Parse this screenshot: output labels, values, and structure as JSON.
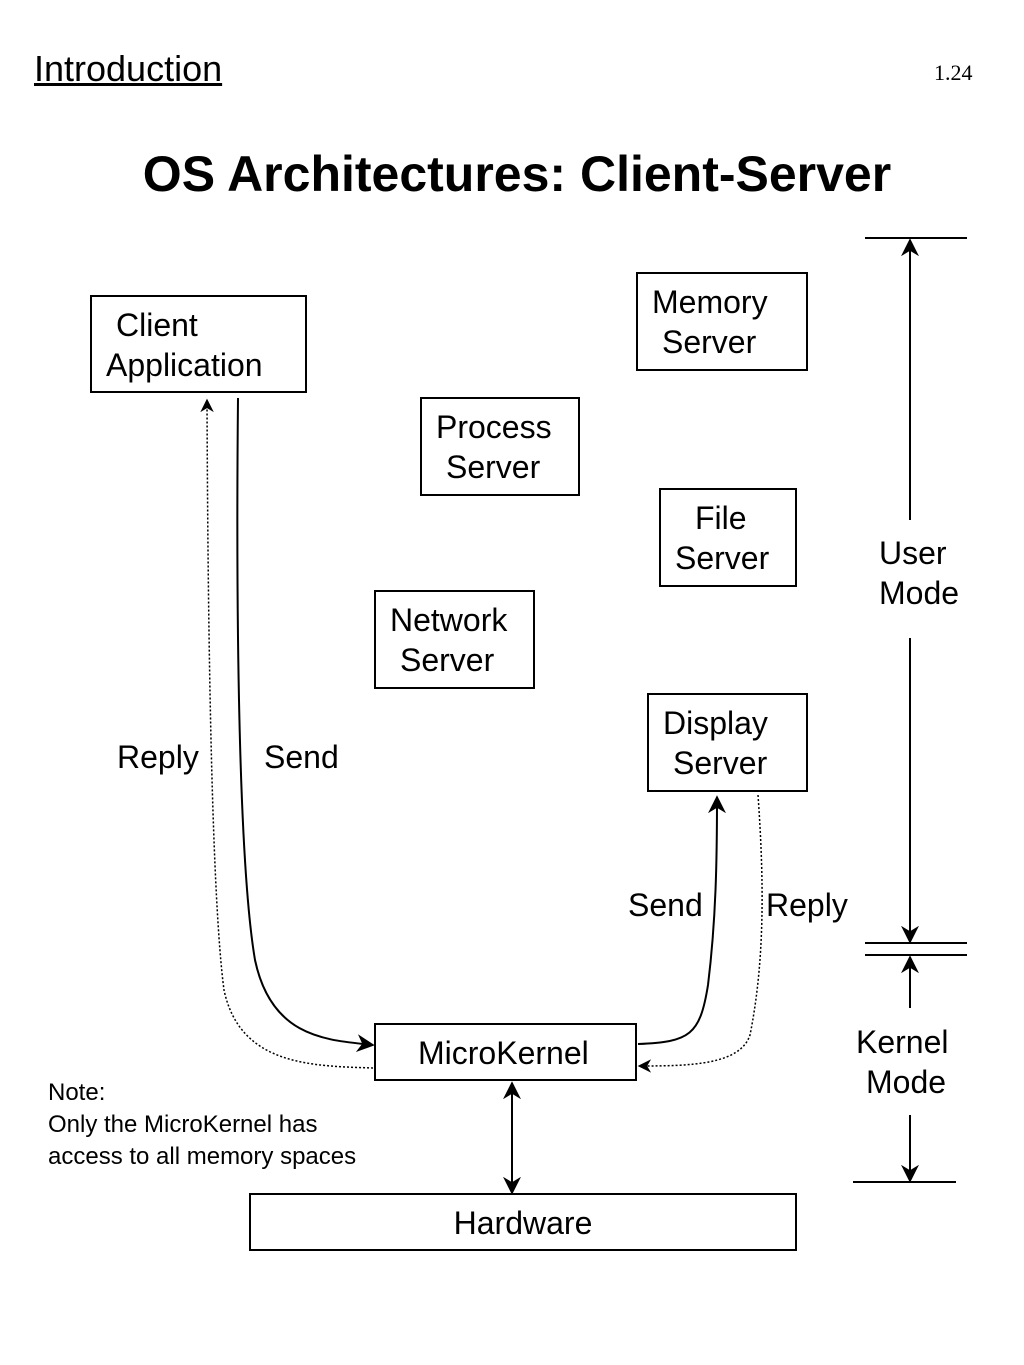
{
  "header": {
    "section": "Introduction",
    "page_number": "1.24"
  },
  "title": "OS  Architectures: Client-Server",
  "boxes": {
    "client": {
      "line1": "Client",
      "line2": "Application"
    },
    "memory": {
      "line1": "Memory",
      "line2": "Server"
    },
    "process": {
      "line1": "Process",
      "line2": "Server"
    },
    "file": {
      "line1": "File",
      "line2": "Server"
    },
    "network": {
      "line1": "Network",
      "line2": "Server"
    },
    "display": {
      "line1": "Display",
      "line2": "Server"
    },
    "microkernel": "MicroKernel",
    "hardware": "Hardware"
  },
  "arrow_labels": {
    "client_reply": "Reply",
    "client_send": "Send",
    "display_send": "Send",
    "display_reply": "Reply"
  },
  "modes": {
    "user": {
      "line1": "User",
      "line2": "Mode"
    },
    "kernel": {
      "line1": "Kernel",
      "line2": "Mode"
    }
  },
  "note": {
    "heading": "Note:",
    "line1": "Only the MicroKernel has",
    "line2": "access to all memory spaces"
  }
}
